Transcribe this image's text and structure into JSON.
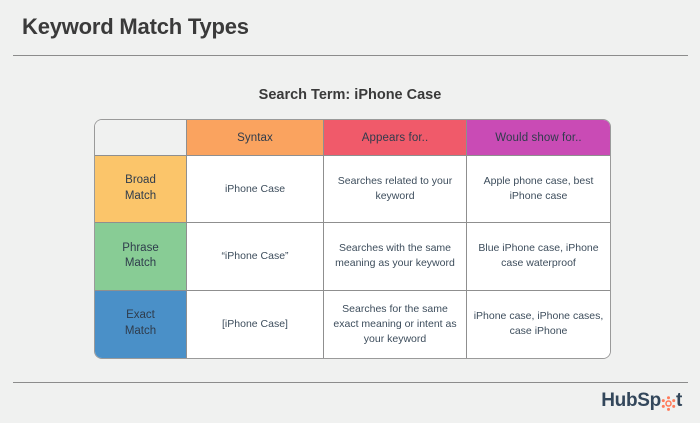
{
  "slide": {
    "title": "Keyword Match Types",
    "subtitle": "Search Term: iPhone Case"
  },
  "table": {
    "headers": {
      "blank": "",
      "syntax": "Syntax",
      "appears_for": "Appears for..",
      "would_show_for": "Would show for.."
    },
    "rows": [
      {
        "label_line1": "Broad",
        "label_line2": "Match",
        "syntax": "iPhone Case",
        "appears_for": "Searches related to your keyword",
        "would_show_for": "Apple phone case, best iPhone case"
      },
      {
        "label_line1": "Phrase",
        "label_line2": "Match",
        "syntax": "“iPhone Case”",
        "appears_for": "Searches with the same meaning as your keyword",
        "would_show_for": "Blue iPhone case, iPhone case waterproof"
      },
      {
        "label_line1": "Exact",
        "label_line2": "Match",
        "syntax": "[iPhone Case]",
        "appears_for": "Searches for the same exact meaning or intent as your keyword",
        "would_show_for": "iPhone case, iPhone cases, case iPhone"
      }
    ]
  },
  "footer": {
    "brand_part1": "HubSp",
    "brand_part2": "t",
    "brand_icon": "hubspot-sprocket-icon"
  },
  "colors": {
    "background": "#f0f1f0",
    "header_syntax": "#faa35f",
    "header_appears": "#f05a6a",
    "header_would": "#c94bb5",
    "row_broad": "#fbc56a",
    "row_phrase": "#88cc95",
    "row_exact": "#4a90c8",
    "brand_navy": "#33475b",
    "brand_orange": "#ff7a59",
    "text_dark": "#3a3a3a",
    "border": "#8f8f8f"
  }
}
